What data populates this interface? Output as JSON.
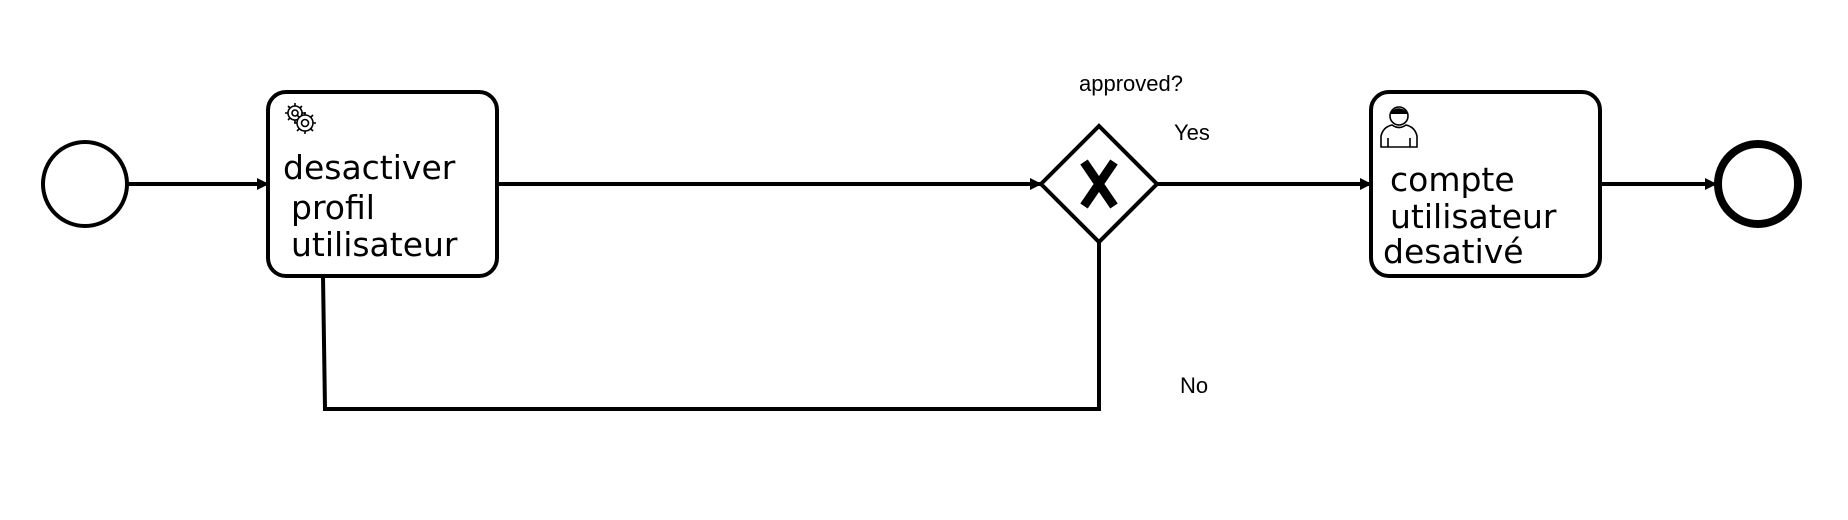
{
  "colors": {
    "stroke": "#000000",
    "fill": "#ffffff"
  },
  "tasks": [
    {
      "id": "task-desactiver",
      "type": "service-task",
      "icon": "gear-icon",
      "lines": [
        "desactiver",
        "profil",
        "utilisateur"
      ]
    },
    {
      "id": "task-compte",
      "type": "user-task",
      "icon": "user-icon",
      "lines": [
        "compte",
        "utilisateur",
        "desativé"
      ]
    }
  ],
  "gateway": {
    "type": "exclusive",
    "label": "approved?"
  },
  "flows": {
    "yes_label": "Yes",
    "no_label": "No"
  }
}
